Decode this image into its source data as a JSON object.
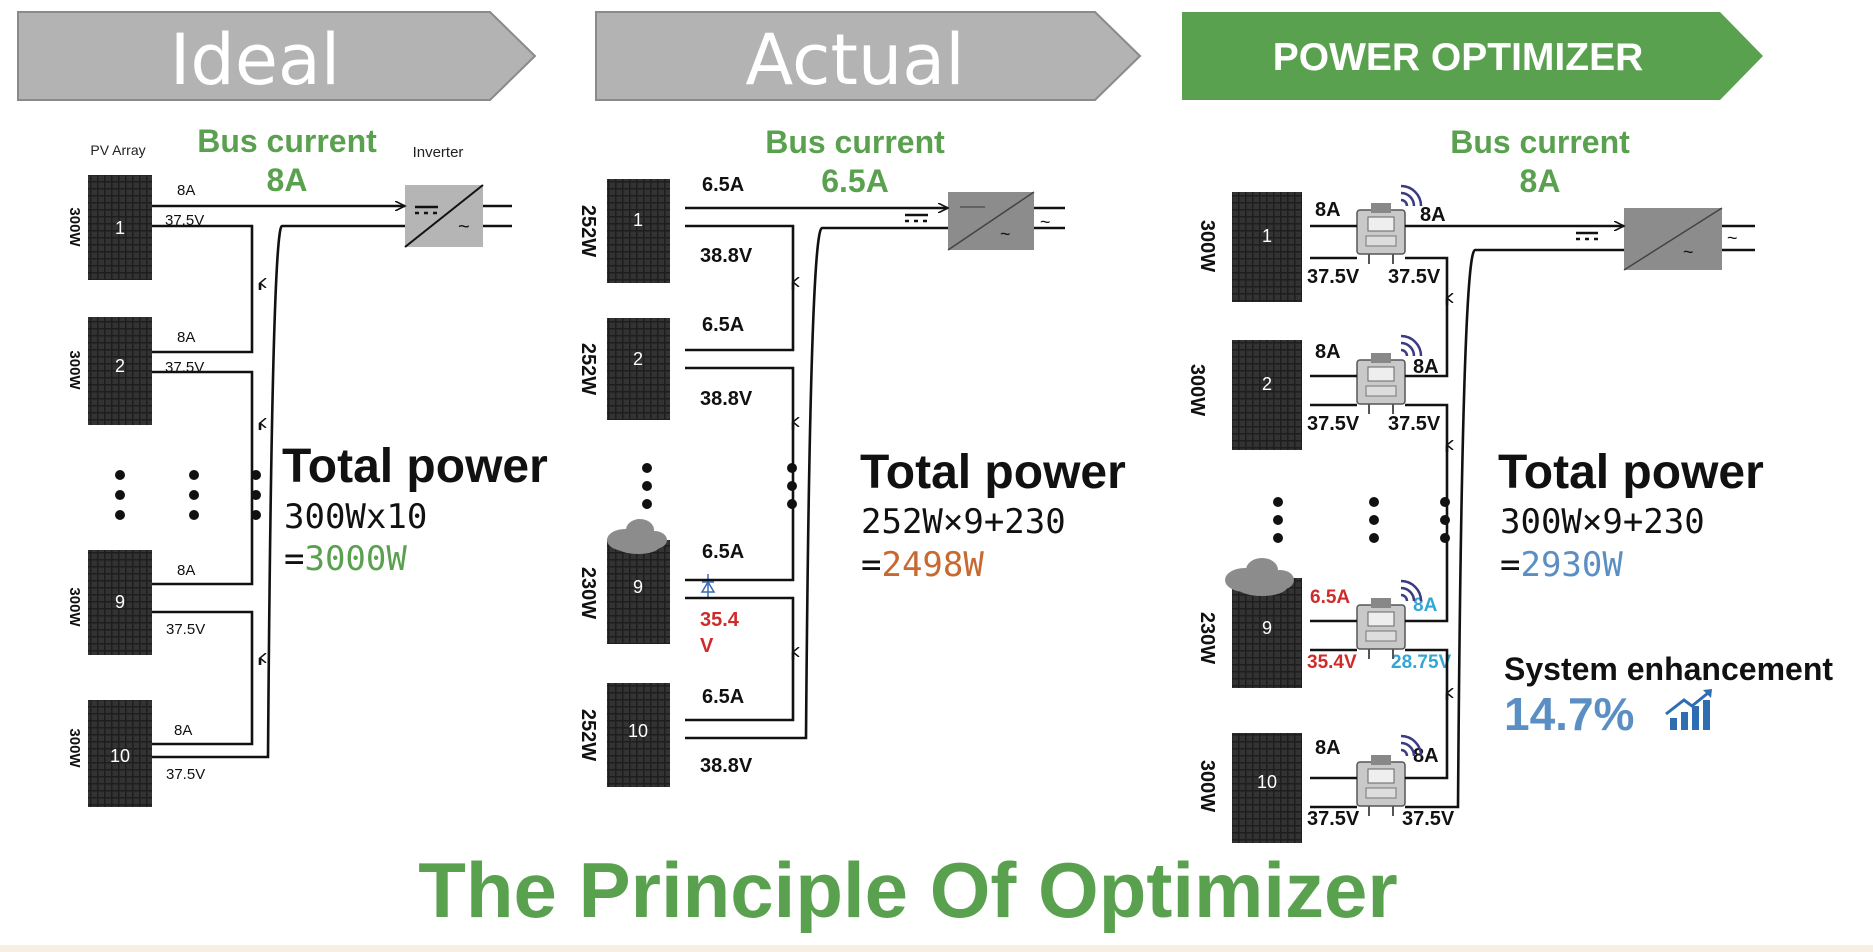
{
  "colors": {
    "banner_gray": "#b3b3b3",
    "banner_green": "#5aa14f",
    "green_text": "#5aa14f",
    "orange_text": "#c8692f",
    "blue_text": "#5b8fc4",
    "red_text": "#d02b2b",
    "cyan_text": "#34a6d6",
    "panel_dark": "#222222",
    "inverter_gray": "#8c8c8c"
  },
  "panels": {
    "ideal": {
      "title": "Ideal",
      "pv_array_label": "PV Array",
      "inverter_label": "Inverter",
      "bus_label": "Bus current",
      "bus_value": "8A",
      "modules": [
        {
          "num": "1",
          "watt": "300W",
          "current": "8A",
          "voltage": "37.5V"
        },
        {
          "num": "2",
          "watt": "300W",
          "current": "8A",
          "voltage": "37.5V"
        },
        {
          "num": "9",
          "watt": "300W",
          "current": "8A",
          "voltage": "37.5V"
        },
        {
          "num": "10",
          "watt": "300W",
          "current": "8A",
          "voltage": "37.5V"
        }
      ],
      "total_label": "Total power",
      "calc": "300Wx10",
      "result_prefix": "=",
      "result": "3000W"
    },
    "actual": {
      "title": "Actual",
      "bus_label": "Bus current",
      "bus_value": "6.5A",
      "modules": [
        {
          "num": "1",
          "watt": "252W",
          "current": "6.5A",
          "voltage": "38.8V"
        },
        {
          "num": "2",
          "watt": "252W",
          "current": "6.5A",
          "voltage": "38.8V"
        },
        {
          "num": "9",
          "watt": "230W",
          "current": "6.5A",
          "voltage_line1": "35.4",
          "voltage_line2": "V"
        },
        {
          "num": "10",
          "watt": "252W",
          "current": "6.5A",
          "voltage": "38.8V"
        }
      ],
      "total_label": "Total power",
      "calc": "252W×9+230",
      "result_prefix": "=",
      "result": "2498W"
    },
    "optimizer": {
      "title": "POWER OPTIMIZER",
      "bus_label": "Bus current",
      "bus_value": "8A",
      "modules": [
        {
          "num": "1",
          "watt": "300W",
          "in_current": "8A",
          "out_current": "8A",
          "in_voltage": "37.5V",
          "out_voltage": "37.5V"
        },
        {
          "num": "2",
          "watt": "300W",
          "in_current": "8A",
          "out_current": "8A",
          "in_voltage": "37.5V",
          "out_voltage": "37.5V"
        },
        {
          "num": "9",
          "watt": "230W",
          "in_current": "6.5A",
          "out_current": "8A",
          "in_voltage": "35.4V",
          "out_voltage": "28.75V"
        },
        {
          "num": "10",
          "watt": "300W",
          "in_current": "8A",
          "out_current": "8A",
          "in_voltage": "37.5V",
          "out_voltage": "37.5V"
        }
      ],
      "total_label": "Total power",
      "calc": "300W×9+230",
      "result_prefix": "=",
      "result": "2930W",
      "enhancement_label": "System enhancement",
      "enhancement_value": "14.7%",
      "enhancement_icon": "chart-trend-up-icon"
    }
  },
  "footer_title": "The Principle Of Optimizer"
}
